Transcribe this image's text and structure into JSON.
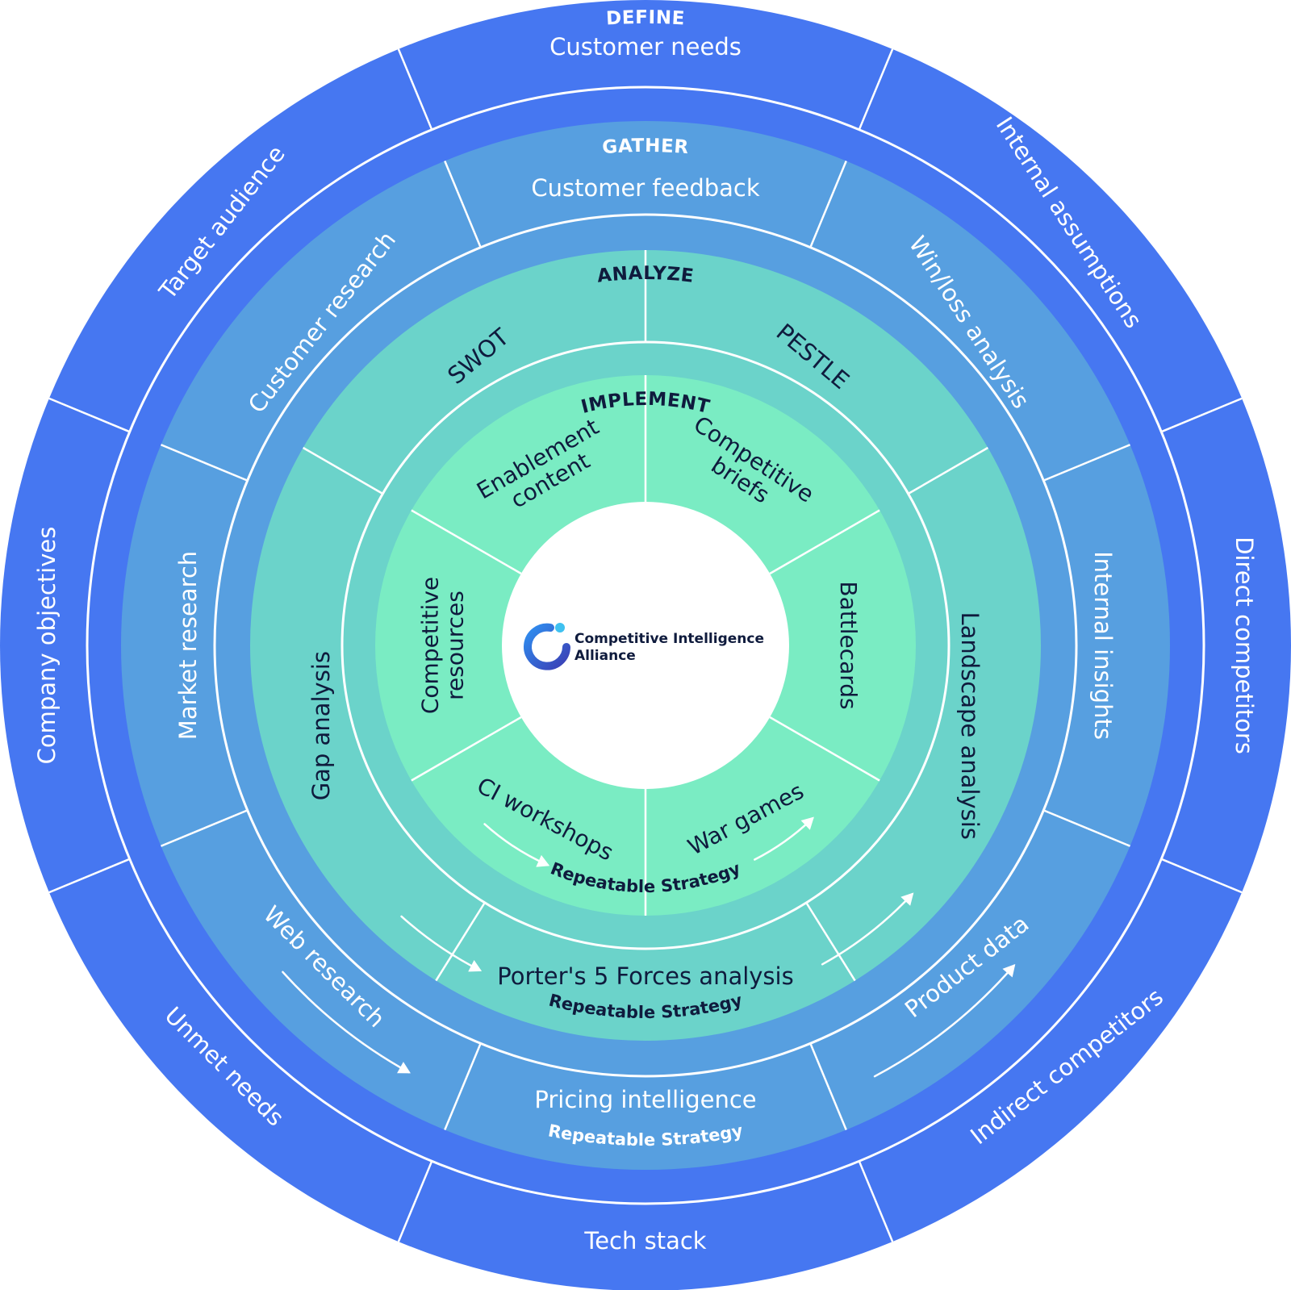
{
  "logo": {
    "line1": "Competitive Intelligence",
    "line2": "Alliance"
  },
  "colors": {
    "define": "#4677f1",
    "gather": "#579fe0",
    "analyze": "#6bd3ca",
    "implement": "#7aecc3",
    "divider": "#ffffff",
    "dark_text": "#0f1b3d",
    "light_text": "#ffffff"
  },
  "rings": {
    "define": {
      "title": "DEFINE",
      "segments": [
        "Customer needs",
        "Internal assumptions",
        "Direct competitors",
        "Indirect competitors",
        "Tech stack",
        "Unmet needs",
        "Company objectives",
        "Target audience"
      ]
    },
    "gather": {
      "title": "GATHER",
      "segments": [
        "Customer feedback",
        "Win/loss analysis",
        "Internal insights",
        "Product data",
        "Pricing intelligence",
        "Web research",
        "Market research",
        "Customer research"
      ],
      "loop_label": "Repeatable Strategy"
    },
    "analyze": {
      "title": "ANALYZE",
      "segments": [
        "PESTLE",
        "Landscape analysis",
        "Porter's 5 Forces analysis",
        "Gap analysis",
        "SWOT"
      ],
      "loop_label": "Repeatable Strategy"
    },
    "implement": {
      "title": "IMPLEMENT",
      "segments": [
        "Competitive briefs",
        "Battlecards",
        "War games",
        "CI workshops",
        "Competitive resources",
        "Enablement content"
      ],
      "loop_label": "Repeatable Strategy"
    }
  },
  "icons": [
    "ci-alliance-logo-icon",
    "flow-arrow-icon"
  ]
}
